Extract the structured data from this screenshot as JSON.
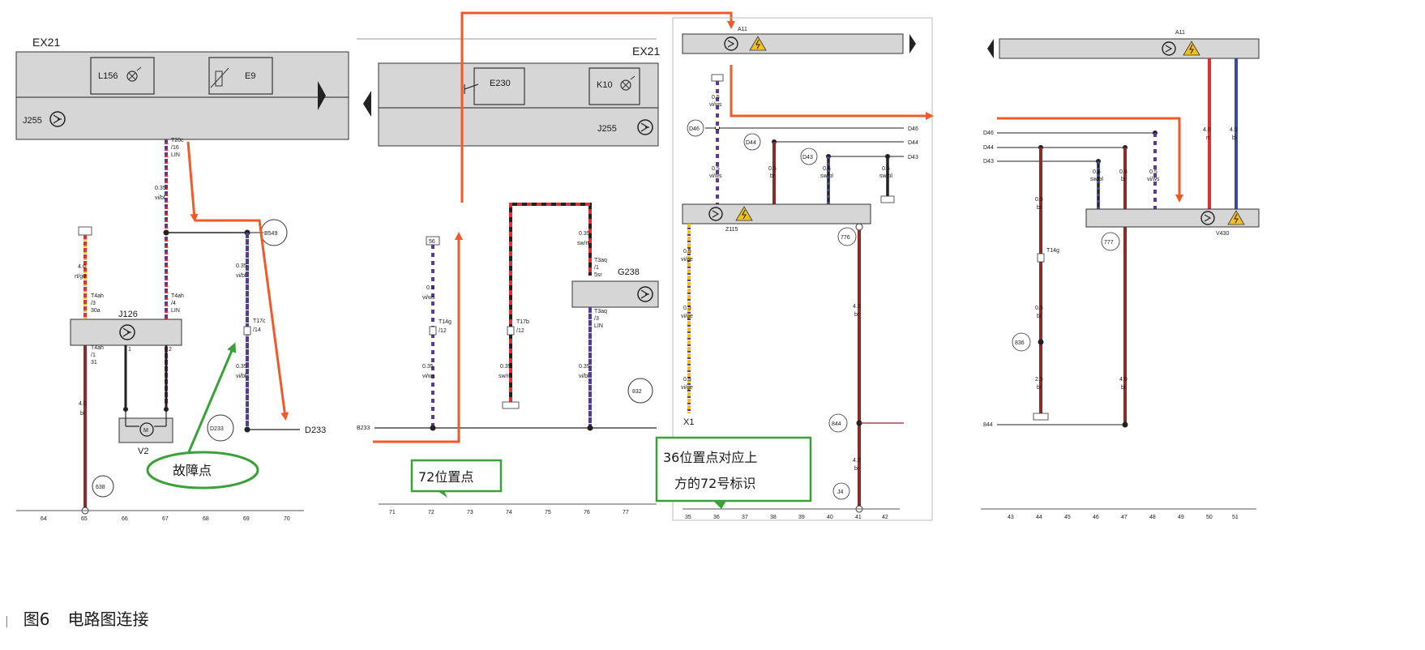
{
  "panel1": {
    "module_top": "EX21",
    "comp_l": "L156",
    "comp_e": "E9",
    "module_j": "J255",
    "conn_top": "T20c",
    "conn_top_pin": "/16",
    "conn_top_sig": "LIN",
    "wire_main": "0.35",
    "wire_main_color": "vi/bl",
    "fuse_val": "4.0",
    "fuse_color": "rt/ge",
    "t4ah_1": "T4ah",
    "t4ah_1_pin": "/3",
    "t4ah_1_sig": "30a",
    "t4ah_2": "T4ah",
    "t4ah_2_pin": "/4",
    "t4ah_2_sig": "LIN",
    "module_j126": "J126",
    "t4ah_3": "T4ah",
    "t4ah_3_pin": "/1",
    "t4ah_3_sig": "31",
    "gnd_wire": "4.0",
    "gnd_color": "br",
    "motor": "V2",
    "circle_b549": "B549",
    "circle_d233": "D233",
    "circle_638": "638",
    "t17c": "T17c",
    "t17c_pin": "/14",
    "d233_label": "D233",
    "fault_label": "故障点",
    "scale": [
      "64",
      "65",
      "66",
      "67",
      "68",
      "69",
      "70"
    ],
    "pin_1": "1",
    "pin_2": "2"
  },
  "panel2": {
    "module_top": "EX21",
    "comp_e230": "E230",
    "comp_k10": "K10",
    "module_j255": "J255",
    "wire_val": "0.5",
    "wire_color": "vi/ws",
    "t14g": "T14g",
    "t14g_pin": "/12",
    "wire_val2": "0.35",
    "wire_color2": "vi/ws",
    "fuse_num": "56",
    "swrt_val": "0.35",
    "swrt_color": "sw/rt",
    "t17b": "T17b",
    "t17b_pin": "/12",
    "g238_wire": "0.35",
    "g238_color": "sw/rt",
    "t3aq": "T3aq",
    "t3aq_pin": "/1",
    "t3aq_sig": "5sr",
    "g238": "G238",
    "t3aq_b": "T3aq",
    "t3aq_b_pin": "/3",
    "t3aq_b_sig": "LIN",
    "vibl_val": "0.35",
    "vibl_color": "vi/bl",
    "circle_832": "832",
    "left_ref": "B233",
    "pos_label": "72位置点",
    "scale": [
      "71",
      "72",
      "73",
      "74",
      "75",
      "76",
      "77"
    ]
  },
  "panel3": {
    "module_a11": "A11",
    "d46": "D46",
    "d44": "D44",
    "d43": "D43",
    "z115": "Z115",
    "x1": "X1",
    "circle_776": "776",
    "circle_844": "844",
    "circle_j4": "J4",
    "w1_val": "0.5",
    "w1_color": "vi/ws",
    "w2_val": "0.5",
    "w2_color": "br",
    "w3_val": "0.5",
    "w3_color": "sw/bl",
    "w4_val": "0.5",
    "w4_color": "sw/bl",
    "wb_val": "4.0",
    "wb_color": "br",
    "wire_vige": "vi/ge",
    "box_label": "36位置点对应上方的72号标识",
    "scale": [
      "35",
      "36",
      "37",
      "38",
      "39",
      "40",
      "41",
      "42"
    ]
  },
  "panel4": {
    "module_a11": "A11",
    "v430": "V430",
    "circle_777": "777",
    "circle_836": "836",
    "red_val": "4.0",
    "red_color": "rt",
    "blue_val": "4.0",
    "blue_color": "bl",
    "brown_val": "0.5",
    "brown_color": "br",
    "brown2_val": "2.5",
    "brown2_color": "br",
    "bot_val": "4.0",
    "bot_color": "br",
    "swbl_val": "0.5",
    "swbl_color": "sw/bl",
    "br_val": "0.5",
    "br_color": "br",
    "viws_val": "0.5",
    "viws_color": "vi/ws",
    "t14g": "T14g",
    "scale": [
      "43",
      "44",
      "45",
      "46",
      "47",
      "48",
      "49",
      "50",
      "51"
    ]
  },
  "caption": {
    "mark": "|",
    "num": "图6",
    "text": "电路图连接"
  },
  "colors": {
    "module_fill": "#d6d6d6",
    "arrow_orange": "#f05a28",
    "arrow_green": "#3aa13a",
    "wire_purple": "#5b3a8f",
    "wire_brown": "#8a2a2a",
    "wire_red": "#e03030",
    "wire_blue": "#3a4aa0",
    "wire_black": "#222222"
  }
}
